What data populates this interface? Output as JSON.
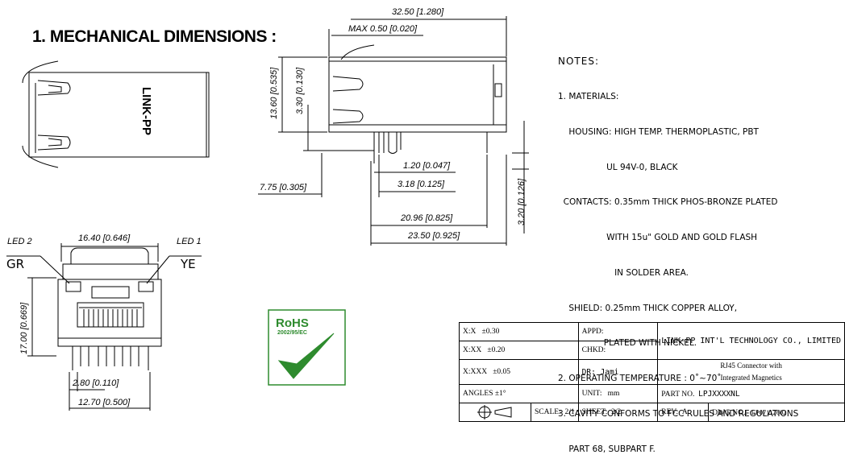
{
  "title": "1. MECHANICAL DIMENSIONS :",
  "top_view_label": "LINK-PP",
  "dimensions": {
    "overall_length": "32.50 [1.280]",
    "max": "MAX 0.50 [0.020]",
    "height_total": "13.60 [0.535]",
    "height_small": "3.30 [0.130]",
    "d1": "1.20 [0.047]",
    "d2": "3.18 [0.125]",
    "d3": "7.75 [0.305]",
    "d4": "20.96 [0.825]",
    "d5": "23.50 [0.925]",
    "d6": "3.20 [0.126]",
    "front_width": "16.40 [0.646]",
    "front_height": "17.00 [0.669]",
    "front_d1": "2.80 [0.110]",
    "front_d2": "12.70 [0.500]"
  },
  "leds": {
    "left_label": "LED 2",
    "left_color": "GR",
    "right_label": "LED 1",
    "right_color": "YE"
  },
  "rohs": {
    "text": "RoHS",
    "sub": "2002/95/EC",
    "color": "#2e8b2e"
  },
  "notes": {
    "heading": "NOTES:",
    "lines": [
      "1. MATERIALS:",
      "    HOUSING: HIGH TEMP. THERMOPLASTIC, PBT",
      "                  UL 94V-0, BLACK",
      "  CONTACTS: 0.35mm THICK PHOS-BRONZE PLATED",
      "                  WITH 15u\" GOLD AND GOLD FLASH",
      "                     IN SOLDER AREA.",
      "    SHIELD: 0.25mm THICK COPPER ALLOY,",
      "                 PLATED WITH NICKEL.",
      "2. OPERATING TEMPERATURE : 0˚~70˚",
      "3. CAVITY CONFORMS TO FCC RULES AND REGULATIONS",
      "    PART 68, SUBPART F."
    ]
  },
  "title_block": {
    "tol1": "X:X",
    "tol1v": "±0.30",
    "tol2": "X:XX",
    "tol2v": "±0.20",
    "tol3": "X:XXX",
    "tol3v": "±0.05",
    "angles": "ANGLES ±1°",
    "appd": "APPD:",
    "chkd": "CHKD:",
    "dr": "DR: Jami",
    "unit": "UNIT:",
    "unit_value": "mm",
    "company": "LINK-PP INT'L TECHNOLOGY CO., LIMITED",
    "desc1": "RJ45 Connector with",
    "desc2": "Integrated Magnetics",
    "part_no_label": "PART NO.",
    "part_no": "LPJXXXXNL",
    "scale_label": "SCALE:",
    "scale": "2/1",
    "sheet_label": "SHEET:",
    "sheet": "2/2",
    "rev_label": "REV:",
    "rev": "A",
    "dwg_label": "DWG NO.:",
    "dwg": "LP07112602"
  }
}
